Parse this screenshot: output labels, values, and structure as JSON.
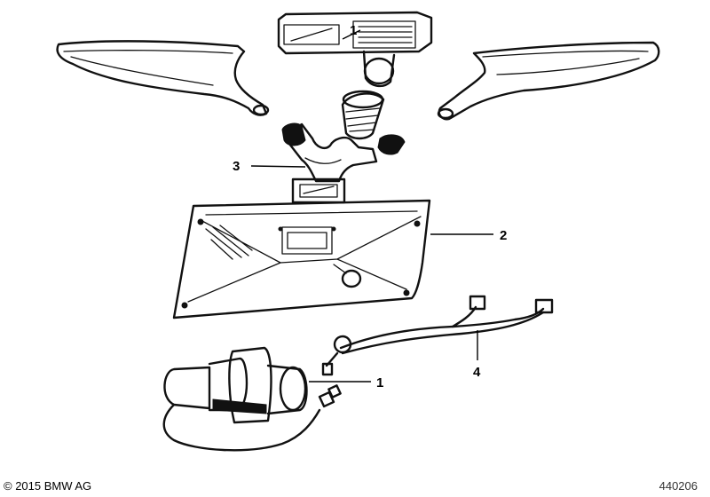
{
  "callouts": {
    "part_1_top": "1",
    "part_2": "2",
    "part_3": "3",
    "part_1_bottom": "1",
    "part_4": "4"
  },
  "footer": {
    "copyright": "© 2015 BMW AG",
    "diagram_id": "440206"
  }
}
